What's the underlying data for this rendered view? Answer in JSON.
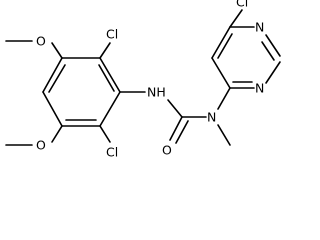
{
  "molecule": {
    "atoms": {
      "cl_top_left": "Cl",
      "cl_bottom_left": "Cl",
      "cl_pyrimidine": "Cl",
      "methoxy_o_top": "O",
      "methoxy_o_bottom": "O",
      "nh": "NH",
      "n_amide": "N",
      "o_carbonyl": "O",
      "n_ring_1": "N",
      "n_ring_2": "N"
    }
  },
  "colors": {
    "bond": "#000000",
    "label": "#000000",
    "background": "#ffffff"
  }
}
